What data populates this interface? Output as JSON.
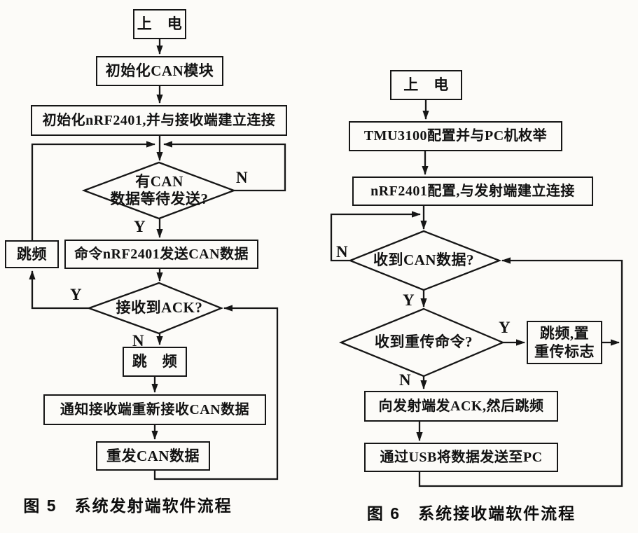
{
  "figure5": {
    "caption": "图 5　系统发射端软件流程",
    "nodes": {
      "power": "上　电",
      "init_can": "初始化CAN模块",
      "init_nrf": "初始化nRF2401,并与接收端建立连接",
      "has_can_data": "有CAN\n数据等待发送?",
      "cmd_send": "命令nRF2401发送CAN数据",
      "ack_received": "接收到ACK?",
      "hop_loop": "跳频",
      "hop_after_nack": "跳　频",
      "notify_receiver": "通知接收端重新接收CAN数据",
      "resend": "重发CAN数据"
    },
    "branch_labels": {
      "no_data": "N",
      "yes_data": "Y",
      "yes_ack": "Y",
      "no_ack": "N"
    }
  },
  "figure6": {
    "caption": "图 6　系统接收端软件流程",
    "nodes": {
      "power": "上　电",
      "tmu_config": "TMU3100配置并与PC机枚举",
      "nrf_config": "nRF2401配置,与发射端建立连接",
      "can_received": "收到CAN数据?",
      "retrans_cmd": "收到重传命令?",
      "hop_set_flag": "跳频,置\n重传标志",
      "send_ack": "向发射端发ACK,然后跳频",
      "usb_send": "通过USB将数据发送至PC"
    },
    "branch_labels": {
      "no_can": "N",
      "yes_can": "Y",
      "yes_retrans": "Y",
      "no_retrans": "N"
    }
  },
  "colors": {
    "ink": "#161616",
    "paper": "#fcfbf8"
  }
}
